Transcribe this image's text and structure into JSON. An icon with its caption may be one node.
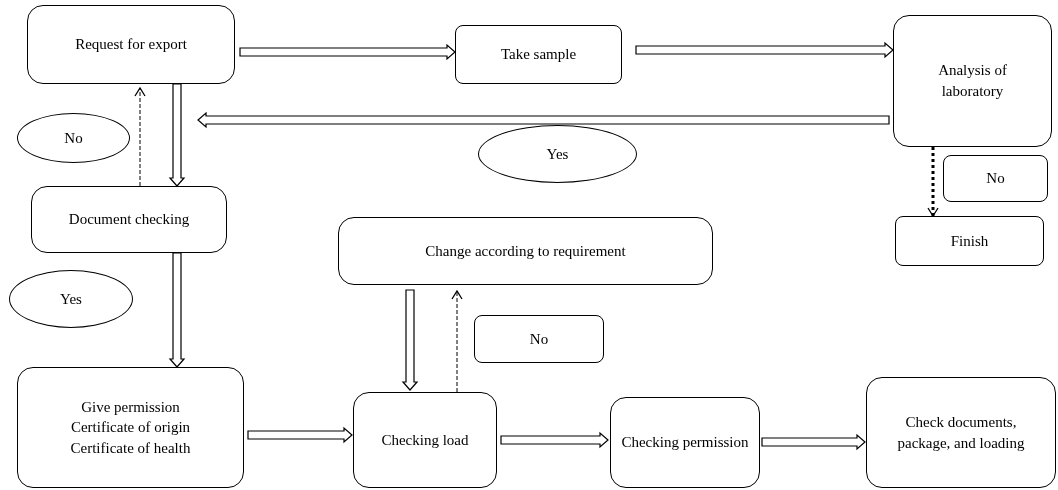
{
  "diagram": {
    "nodes": [
      {
        "text": [
          "Request for export"
        ]
      },
      {
        "text": [
          "Take sample"
        ]
      },
      {
        "text": [
          "Analysis of laboratory"
        ]
      },
      {
        "text": [
          "No"
        ]
      },
      {
        "text": [
          "Yes"
        ]
      },
      {
        "text": [
          "No"
        ]
      },
      {
        "text": [
          "Document checking"
        ]
      },
      {
        "text": [
          "Finish"
        ]
      },
      {
        "text": [
          "Change according to requirement"
        ]
      },
      {
        "text": [
          "Yes"
        ]
      },
      {
        "text": [
          "No"
        ]
      },
      {
        "text": [
          "Give permission",
          "Certificate of origin",
          "Certificate of health"
        ]
      },
      {
        "text": [
          "Checking load"
        ]
      },
      {
        "text": [
          "Checking permission"
        ]
      },
      {
        "text": [
          "Check documents, package, and loading"
        ]
      }
    ],
    "edges": [
      {
        "from": 0,
        "to": 1,
        "arrow": "to"
      },
      {
        "from": 1,
        "to": 2,
        "arrow": "to"
      },
      {
        "from": 2,
        "to": null,
        "arrow": "to"
      },
      {
        "from": 0,
        "to": 6,
        "arrow": "to"
      },
      {
        "from": 6,
        "to": 0,
        "arrow": "to",
        "style": "dashed"
      },
      {
        "from": 2,
        "to": 7,
        "arrow": "to",
        "style": "dashed"
      },
      {
        "from": 6,
        "to": 11,
        "arrow": "to"
      },
      {
        "from": 8,
        "to": 12,
        "arrow": "to"
      },
      {
        "from": 12,
        "to": 8,
        "arrow": "to",
        "style": "dashed"
      },
      {
        "from": 11,
        "to": 12,
        "arrow": "to"
      },
      {
        "from": 12,
        "to": 13,
        "arrow": "to"
      },
      {
        "from": 13,
        "to": 14,
        "arrow": "to"
      }
    ]
  }
}
